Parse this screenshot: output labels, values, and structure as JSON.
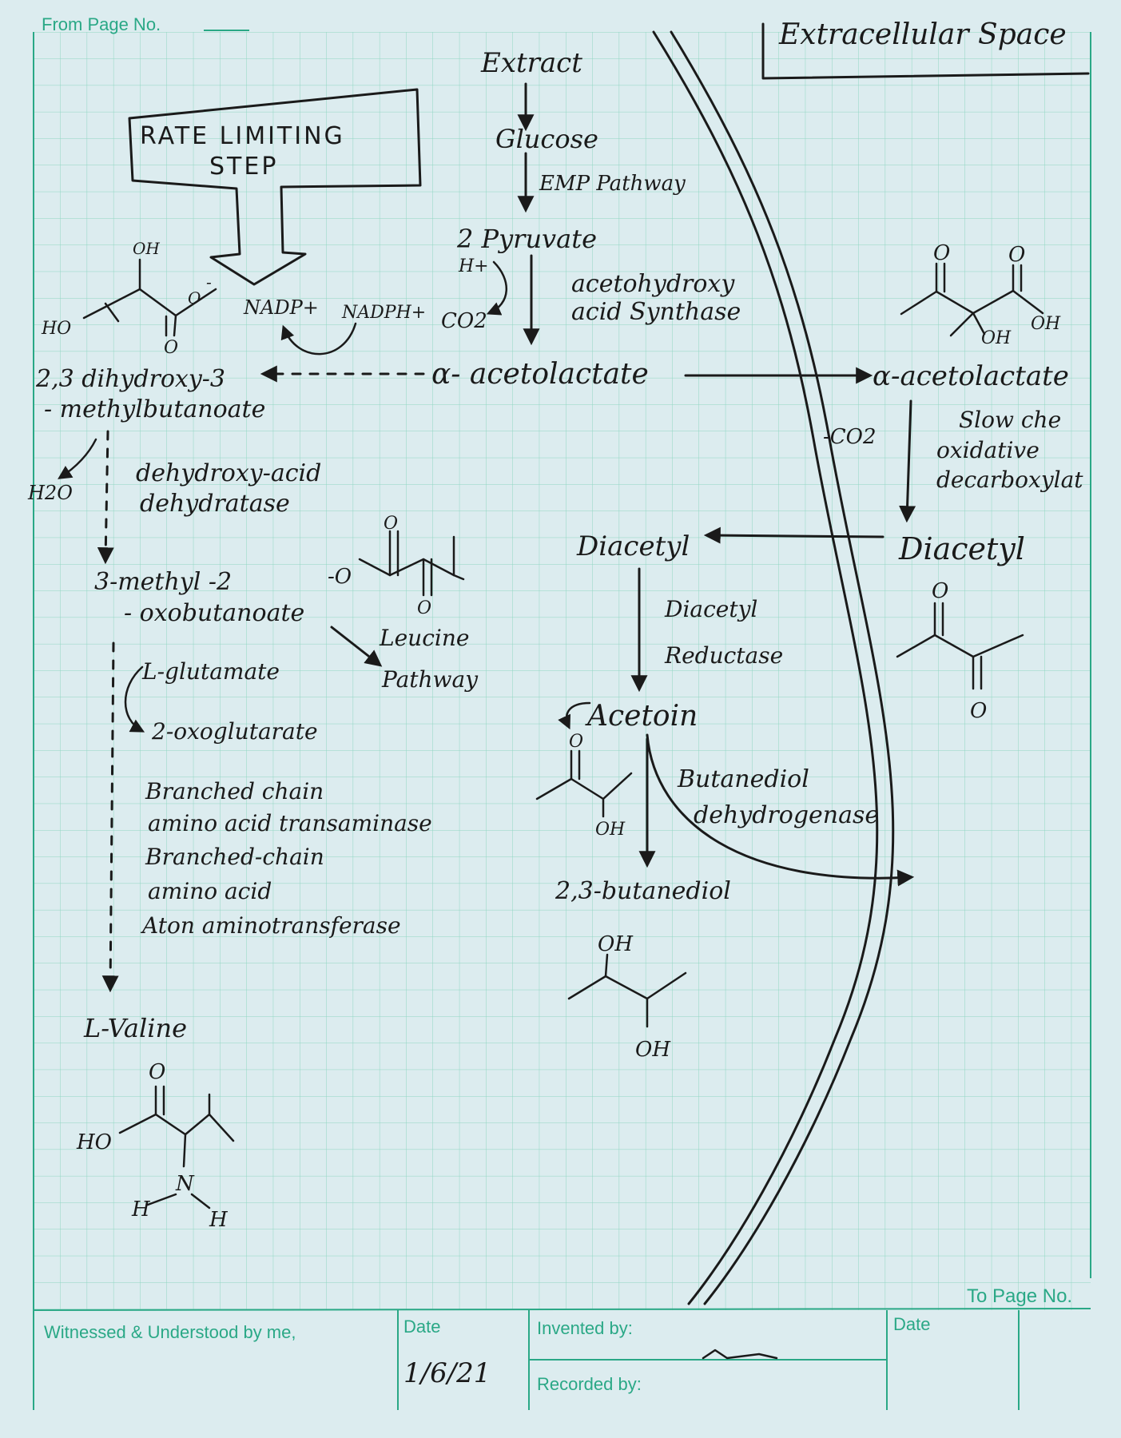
{
  "notebook": {
    "header_from_page": "From Page No.",
    "header_right_box": "Extracellular Space",
    "to_page": "To Page No.",
    "witnessed": "Witnessed & Understood by me,",
    "date_label_1": "Date",
    "date_value": "1/6/21",
    "invented_by": "Invented by:",
    "recorded_by": "Recorded by:",
    "date_label_2": "Date"
  },
  "diagram": {
    "callout": {
      "line1": "RATE LIMITING",
      "line2": "STEP"
    },
    "extract": "Extract",
    "glucose": "Glucose",
    "emp": "EMP Pathway",
    "pyruvate": "2 Pyruvate",
    "h_plus": "H+",
    "co2": "CO2",
    "ahas": {
      "line1": "acetohydroxy",
      "line2": "acid Synthase"
    },
    "acetolactate_in": "α- acetolactate",
    "acetolactate_out": "α-acetolactate",
    "dihydroxy": {
      "line1": "2,3 dihydroxy-3",
      "line2": "- methylbutanoate"
    },
    "nadp": "NADP+",
    "nadph": "NADPH+",
    "h2o": "H2O",
    "dehydratase": {
      "line1": "dehydroxy-acid",
      "line2": "dehydratase"
    },
    "oxo": {
      "line1": "3-methyl -2",
      "line2": "- oxobutanoate"
    },
    "leucine": {
      "line1": "Leucine",
      "line2": "Pathway"
    },
    "glutamate": "L-glutamate",
    "oxoglutarate": "2-oxoglutarate",
    "transaminase": {
      "line1": "Branched chain",
      "line2": "amino acid transaminase",
      "line3": "Branched-chain",
      "line4": "amino acid",
      "line5": "Aton aminotransferase"
    },
    "valine": "L-Valine",
    "minus_co2": "-CO2",
    "slow": {
      "line1": "Slow che",
      "line2": "oxidative",
      "line3": "decarboxylat"
    },
    "diacetyl_out": "Diacetyl",
    "diacetyl_in": "Diacetyl",
    "reductase": {
      "line1": "Diacetyl",
      "line2": "Reductase"
    },
    "acetoin": "Acetoin",
    "bdh": {
      "line1": "Butanediol",
      "line2": "dehydrogenase"
    },
    "butanediol": "2,3-butanediol"
  },
  "structures": {
    "ho": "HO",
    "oh": "OH",
    "o": "O",
    "o_minus": "-O",
    "o_minus_sup": "-",
    "n": "N",
    "h": "H"
  },
  "colors": {
    "ink": "#1a1a1a",
    "grid": "#3fbf9c",
    "form": "#2aa886",
    "paper": "#dcecef"
  }
}
